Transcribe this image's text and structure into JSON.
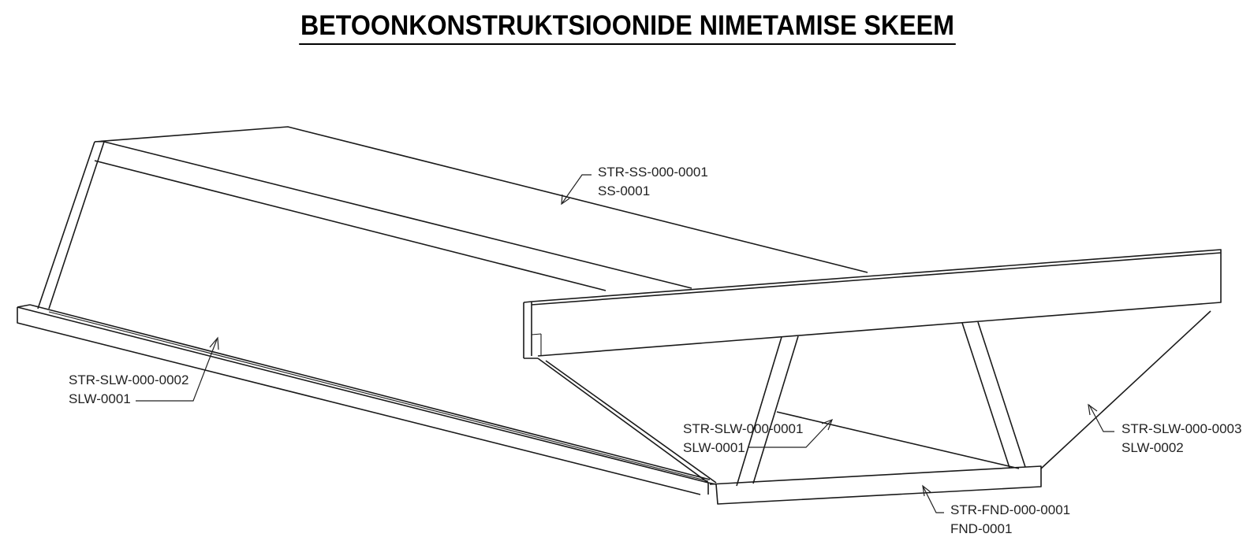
{
  "title": "BETOONKONSTRUKTSIOONIDE NIMETAMISE SKEEM",
  "labels": {
    "slab": {
      "code": "STR-SS-000-0001",
      "name": "SS-0001"
    },
    "wall_left": {
      "code": "STR-SLW-000-0002",
      "name": "SLW-0001"
    },
    "wall_middle": {
      "code": "STR-SLW-000-0001",
      "name": "SLW-0001"
    },
    "wall_right": {
      "code": "STR-SLW-000-0003",
      "name": "SLW-0002"
    },
    "foundation": {
      "code": "STR-FND-000-0001",
      "name": "FND-0001"
    }
  }
}
